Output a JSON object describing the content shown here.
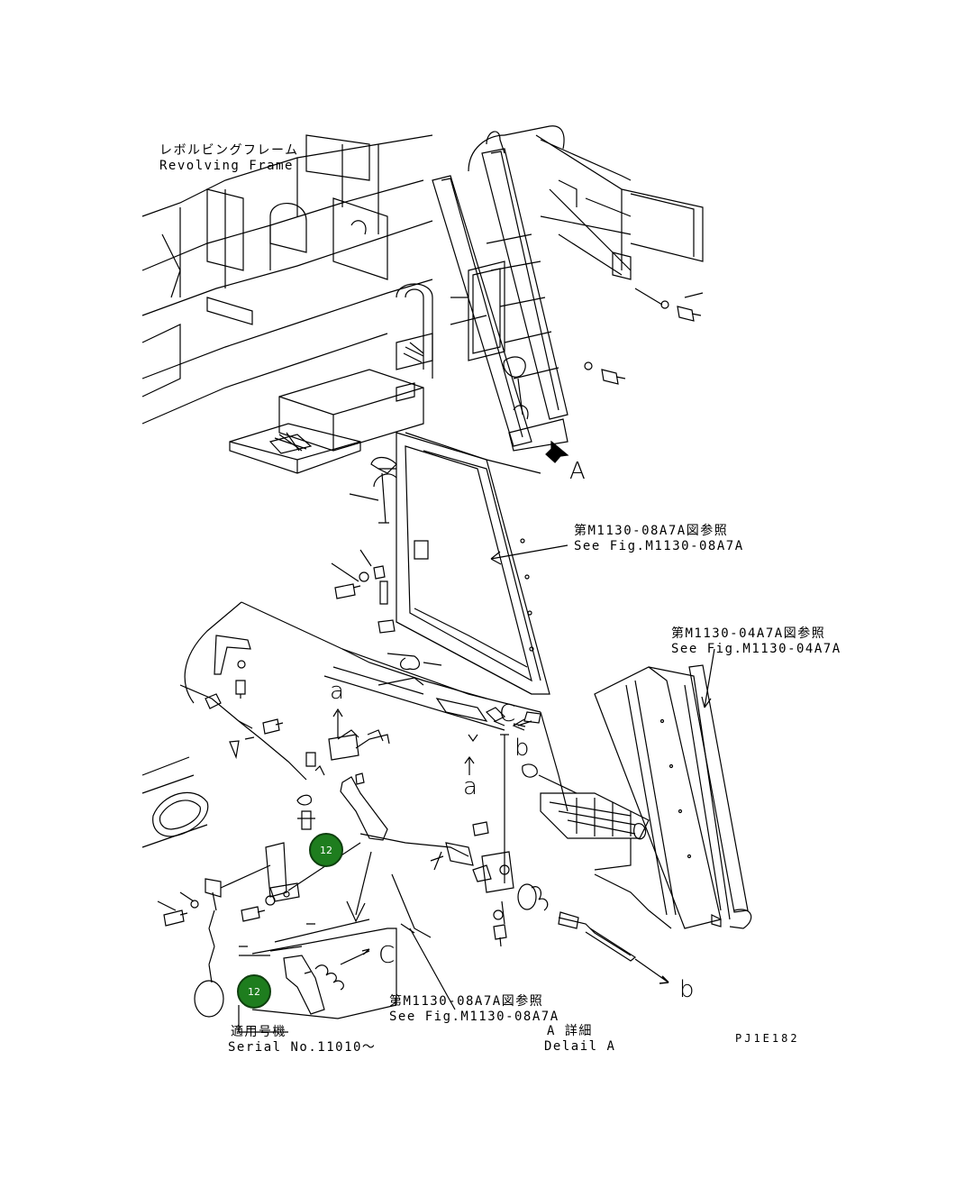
{
  "labels": {
    "revolving_frame_jp": "レボルビングフレーム",
    "revolving_frame_en": "Revolving Frame",
    "ref_08a7a_top_jp": "第M1130-08A7A図参照",
    "ref_08a7a_top_en": "See Fig.M1130-08A7A",
    "ref_04a7a_jp": "第M1130-04A7A図参照",
    "ref_04a7a_en": "See Fig.M1130-04A7A",
    "ref_08a7a_bottom_jp": "第M1130-08A7A図参照",
    "ref_08a7a_bottom_en": "See Fig.M1130-08A7A",
    "serial_jp": "適用号機",
    "serial_en": "Serial No.11010～",
    "detail_jp": "A 詳細",
    "detail_en": "Delail A",
    "drawing_code": "PJ1E182"
  },
  "view_letters": {
    "A": "A",
    "a_upper": "a",
    "a_lower": "a",
    "b_upper": "b",
    "b_lower": "b",
    "c_upper": "C",
    "c_lower": "C"
  },
  "callouts": [
    {
      "label": "12"
    },
    {
      "label": "12"
    }
  ],
  "colors": {
    "callout_fill": "#1e7d1e",
    "line": "#000000"
  }
}
